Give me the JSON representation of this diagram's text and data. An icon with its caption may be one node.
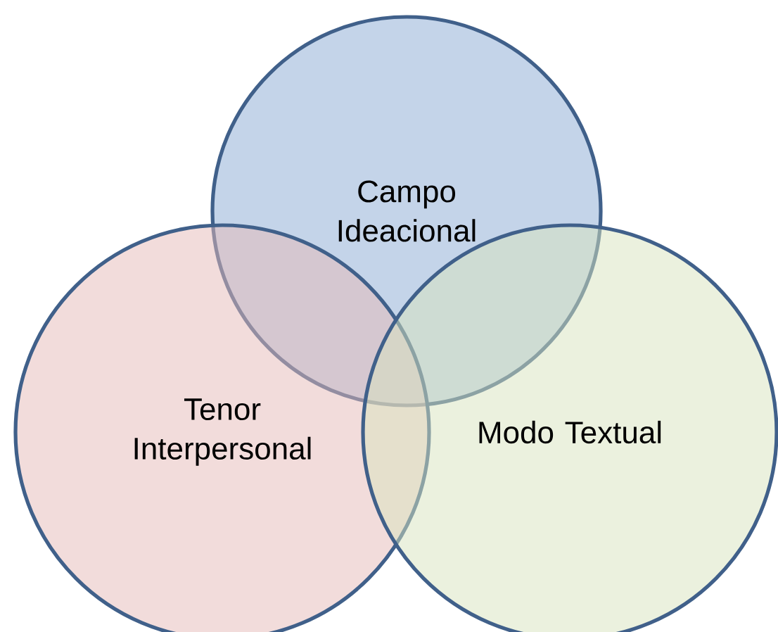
{
  "diagram": {
    "nodes": [
      {
        "text": [
          "Campo Ideacional"
        ]
      },
      {
        "text": [
          "Tenor Interpersonal"
        ]
      },
      {
        "text": [
          "Modo Textual"
        ]
      }
    ]
  }
}
